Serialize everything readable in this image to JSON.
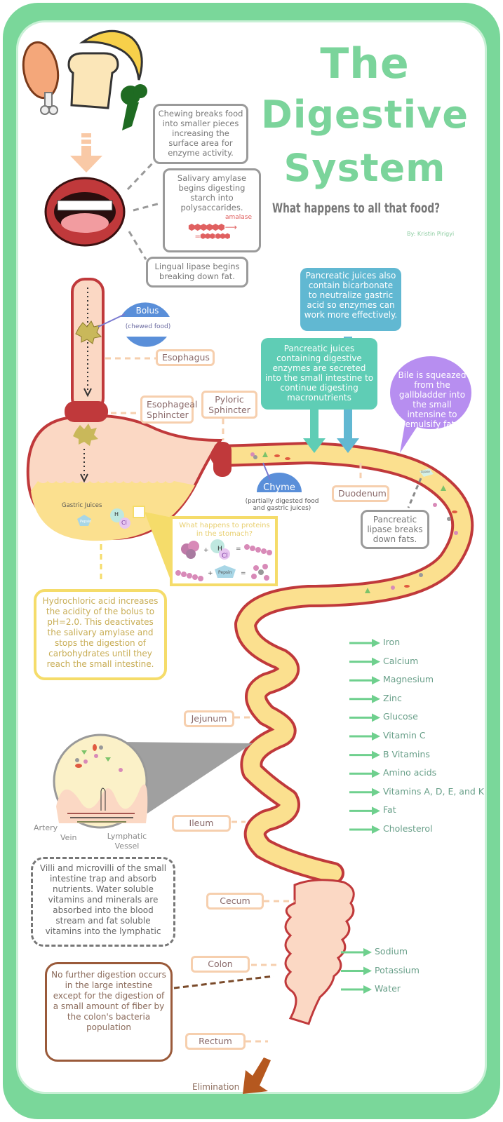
{
  "title": {
    "line1": "The",
    "line2": "Digestive",
    "line3": "System",
    "subtitle": "What happens to all that food?",
    "byline": "By: Kristin Pirigyi"
  },
  "colors": {
    "frame_green": "#7ad79a",
    "title_green": "#7bd49b",
    "intestine_fill": "#fbe08f",
    "intestine_wall": "#c0393b",
    "stomach_fill": "#fbd8c4",
    "teal_box": "#5fcdb5",
    "blue_box": "#61b8d2",
    "bile_purple": "#b78ef0",
    "bolus_blue": "#5a8fd9",
    "elimination_brown": "#b5581f"
  },
  "mouth": {
    "chewing": "Chewing breaks food into smaller pieces increasing the surface area for enzyme activity.",
    "amylase": "Salivary amylase begins digesting starch into polysaccarides.",
    "amylase_arrow_label": "amalase",
    "lingual": "Lingual lipase begins breaking down fat."
  },
  "bolus": {
    "label": "Bolus",
    "sub": "(chewed food)"
  },
  "labels": {
    "esophagus": "Esophagus",
    "esophageal_sphincter": "Esophageal Sphincter",
    "pyloric_sphincter": "Pyloric Sphincter",
    "duodenum": "Duodenum",
    "jejunum": "Jejunum",
    "ileum": "Ileum",
    "cecum": "Cecum",
    "colon": "Colon",
    "rectum": "Rectum",
    "elimination": "Elimination"
  },
  "stomach": {
    "gastric_juices": "Gastric Juices",
    "pepsin": "Pepsin",
    "h": "H",
    "cl": "Cl",
    "proteins_title": "What happens to proteins in the stomach?",
    "plus": "+",
    "equals": "=",
    "hcl_note": "Hydrochloric acid increases the acidity of the bolus to pH=2.0.  This deactivates the salivary amylase and stops the digestion of carbohydrates until they reach the small intestine."
  },
  "chyme": {
    "label": "Chyme",
    "sub": "(partially digested food and gastric juices)"
  },
  "pancreas": {
    "bicarbonate": "Pancreatic juices also contain bicarbonate to neutralize gastric acid so enzymes can work more effectively.",
    "enzymes": "Pancreatic juices containing digestive enzymes are secreted into the small intestine to continue digesting macronutrients",
    "lipase_tag": "Lipase",
    "lipase_note": "Pancreatic lipase breaks down fats."
  },
  "bile": "Bile is squeazed from the gallbladder into the small intensine to emulsify fats",
  "villi": {
    "artery": "Artery",
    "vein": "Vein",
    "lymphatic": "Lymphatic Vessel",
    "note": "Villi and microvilli of the small intestine trap and absorb nutrients.  Water soluble vitamins and minerals are absorbed into the blood stream and fat soluble vitamins into the lymphatic"
  },
  "small_intestine_absorbs": [
    "Iron",
    "Calcium",
    "Magnesium",
    "Zinc",
    "Glucose",
    "Vitamin C",
    "B Vitamins",
    "Amino acids",
    "Vitamins A, D, E, and K",
    "Fat",
    "Cholesterol"
  ],
  "large_intestine_absorbs": [
    "Sodium",
    "Potassium",
    "Water"
  ],
  "colon_note": "No further digestion occurs in the large intestine except for the digestion of a small amount of fiber by the colon's bacteria population"
}
